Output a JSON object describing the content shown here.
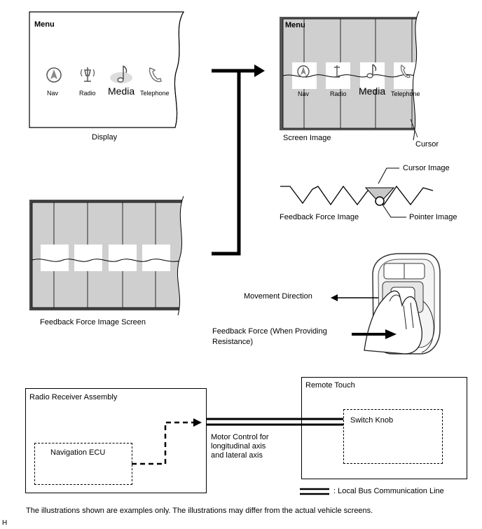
{
  "menu_display": {
    "title": "Menu",
    "items": [
      "Nav",
      "Radio",
      "Media",
      "Telephone"
    ],
    "caption": "Display"
  },
  "screen_image": {
    "title": "Menu",
    "items": [
      "Nav",
      "Radio",
      "Media",
      "Telephone"
    ],
    "caption": "Screen Image",
    "cursor_label": "Cursor"
  },
  "feedback_screen": {
    "caption": "Feedback Force Image Screen"
  },
  "feedback_detail": {
    "cursor_image": "Cursor Image",
    "feedback_force_image": "Feedback Force Image",
    "pointer_image": "Pointer Image"
  },
  "knob": {
    "movement_direction": "Movement Direction",
    "feedback_force_line1": "Feedback Force (When Providing",
    "feedback_force_line2": "Resistance)"
  },
  "block": {
    "radio_receiver": "Radio Receiver Assembly",
    "navigation_ecu": "Navigation ECU",
    "remote_touch": "Remote Touch",
    "switch_knob": "Switch Knob",
    "motor_line1": "Motor Control for",
    "motor_line2": "longitudinal axis",
    "motor_line3": "and lateral axis",
    "legend": ": Local Bus Communication Line"
  },
  "note": "The illustrations shown are examples only. The illustrations may differ from the actual vehicle screens.",
  "corner_mark": "H"
}
